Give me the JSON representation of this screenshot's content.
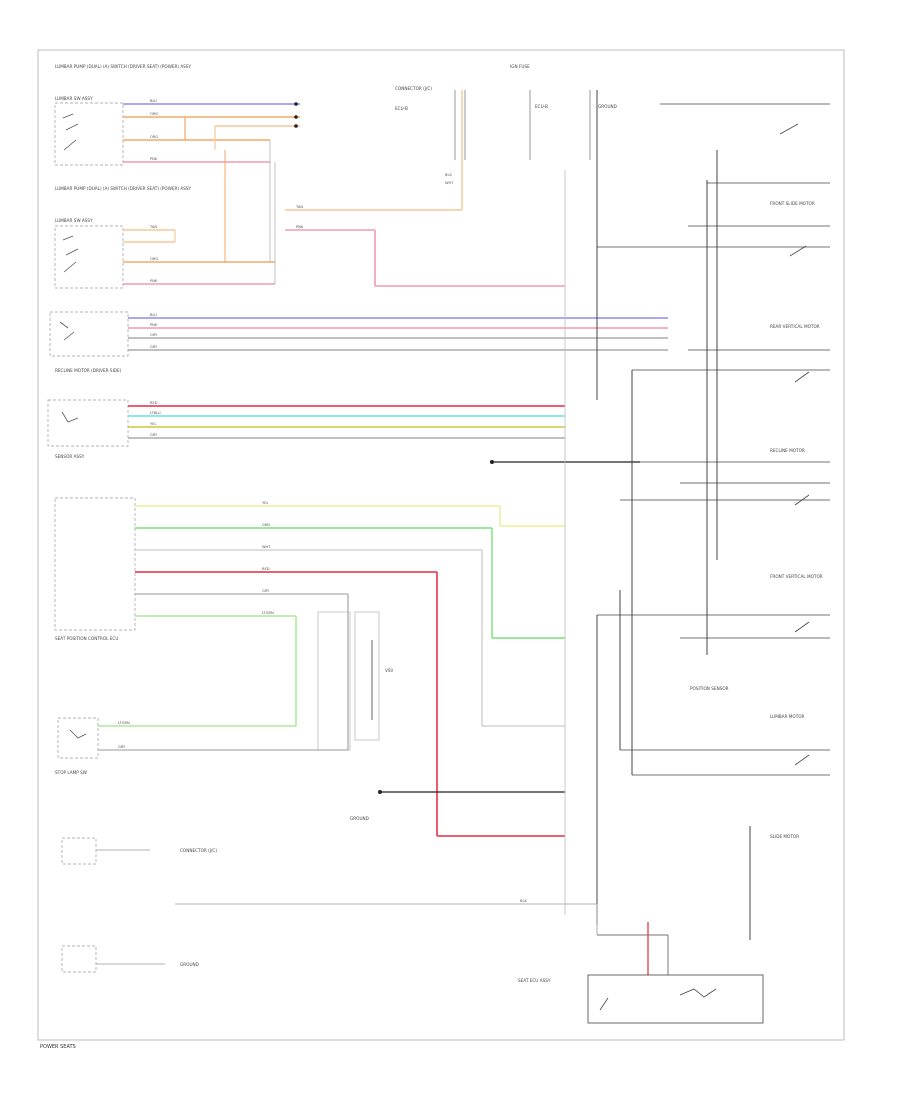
{
  "colors": {
    "blue": "#8c8cf2",
    "orange": "#f4a76a",
    "tan": "#f7c79a",
    "pink": "#f29ab0",
    "red": "#e8485a",
    "rose": "#f09aa8",
    "cyan": "#7fe3e8",
    "yellow": "#eded9a",
    "green": "#79e079",
    "lightgreen": "#a9ec9a",
    "gray": "#9a9a9a",
    "dark": "#222222"
  },
  "labels": {
    "driver_lumbar_title": "LUMBAR PUMP (DUAL) (A) SWITCH (DRIVER SEAT) (POWER) ASSY",
    "lumbar_sw_1": "LUMBAR SW ASSY",
    "lumbar_sw_2": "LUMBAR SW ASSY",
    "recline_title": "RECLINE MOTOR (DRIVER SIDE)",
    "seat_ecu_title": "SEAT POSITION CONTROL ECU",
    "vsv_title": "VSV",
    "brake_sw": "STOP LAMP SW",
    "fuse_ig": "IGN FUSE",
    "fuse_box": "ECU-B",
    "connector_note": "CONNECTOR (J/C)",
    "ground_note": "GROUND",
    "yaw_sensor": "SENSOR ASSY",
    "switch_1": "FRONT SLIDE MOTOR",
    "switch_2": "REAR VERTICAL MOTOR",
    "switch_3": "RECLINE MOTOR",
    "switch_4": "FRONT VERTICAL MOTOR",
    "switch_5": "LUMBAR MOTOR",
    "switch_6": "SLIDE MOTOR",
    "switch_7": "POSITION SENSOR",
    "footer": "POWER SEATS",
    "bottom_block": "SEAT ECU ASSY"
  },
  "wire_tags": {
    "blu": "BLU",
    "org": "ORG",
    "tan": "TAN",
    "pnk": "PNK",
    "red": "RED",
    "ltblu": "LTBLU",
    "yel": "YEL",
    "grn": "GRN",
    "ltgrn": "LTGRN",
    "gry": "GRY",
    "blk": "BLK",
    "wht": "WHT"
  }
}
